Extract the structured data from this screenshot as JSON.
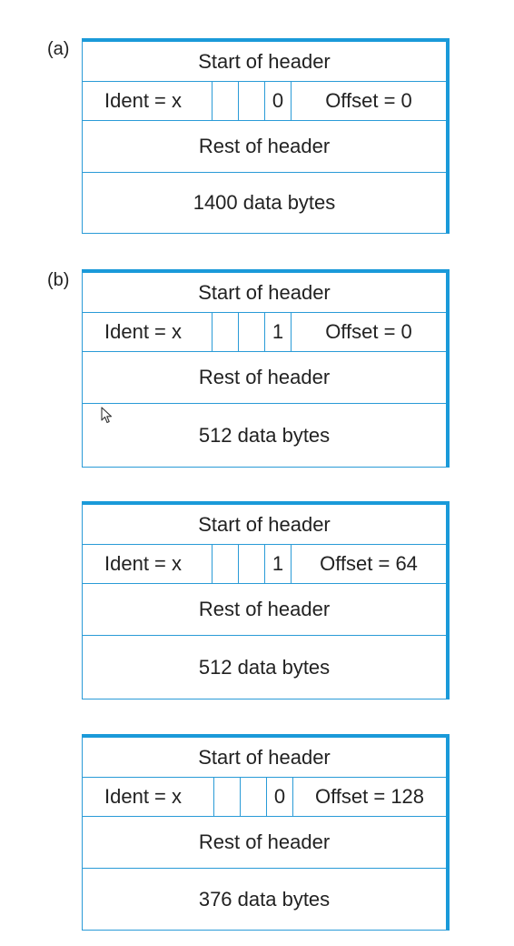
{
  "labels": {
    "a": "(a)",
    "b": "(b)"
  },
  "colors": {
    "border": "#1a9ad9",
    "text": "#222222"
  },
  "packets": [
    {
      "start": "Start of header",
      "ident": "Ident = x",
      "mf": "0",
      "offset": "Offset = 0",
      "rest": "Rest of header",
      "data": "1400 data bytes"
    },
    {
      "start": "Start of header",
      "ident": "Ident = x",
      "mf": "1",
      "offset": "Offset = 0",
      "rest": "Rest of header",
      "data": "512 data bytes"
    },
    {
      "start": "Start of header",
      "ident": "Ident = x",
      "mf": "1",
      "offset": "Offset = 64",
      "rest": "Rest of header",
      "data": "512 data bytes"
    },
    {
      "start": "Start of header",
      "ident": "Ident = x",
      "mf": "0",
      "offset": "Offset = 128",
      "rest": "Rest of header",
      "data": "376 data bytes"
    }
  ]
}
